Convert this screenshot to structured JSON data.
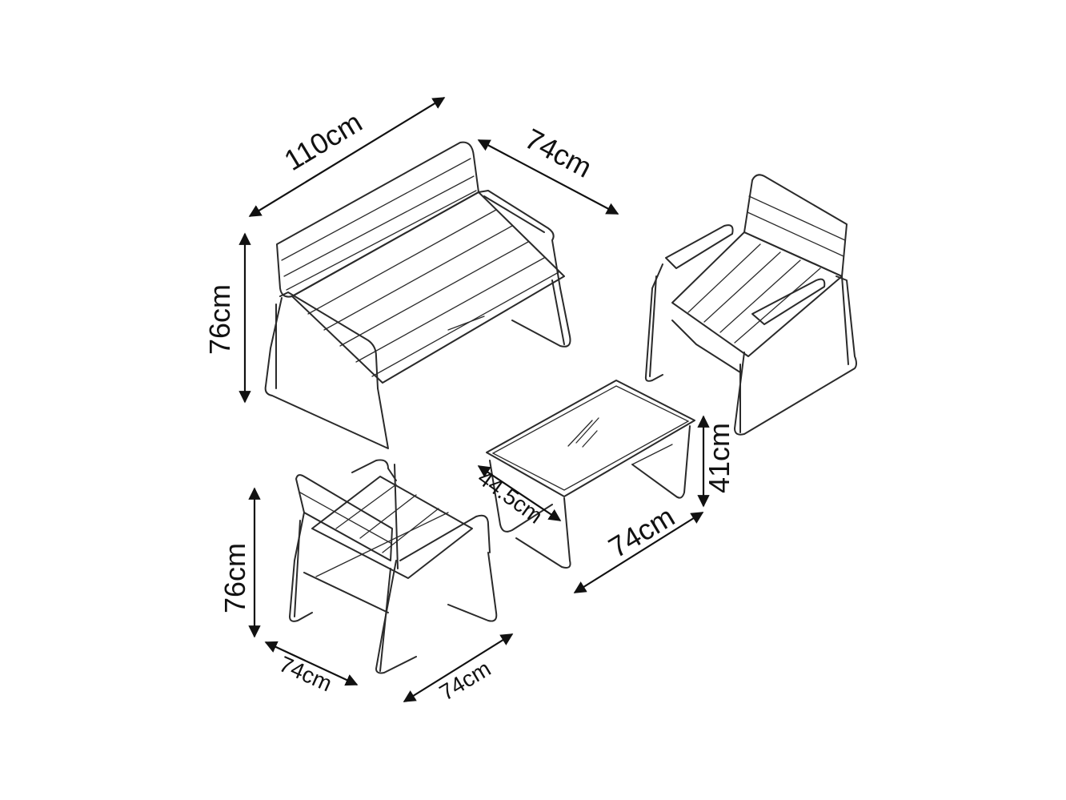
{
  "dimensions": {
    "sofa_width": "110cm",
    "sofa_depth": "74cm",
    "sofa_height": "76cm",
    "chair_height": "76cm",
    "chair_width": "74cm",
    "chair_depth": "74cm",
    "table_width": "74cm",
    "table_depth": "44.5cm",
    "table_height": "41cm"
  },
  "colors": {
    "line": "#2a2a2a",
    "background": "#ffffff"
  }
}
